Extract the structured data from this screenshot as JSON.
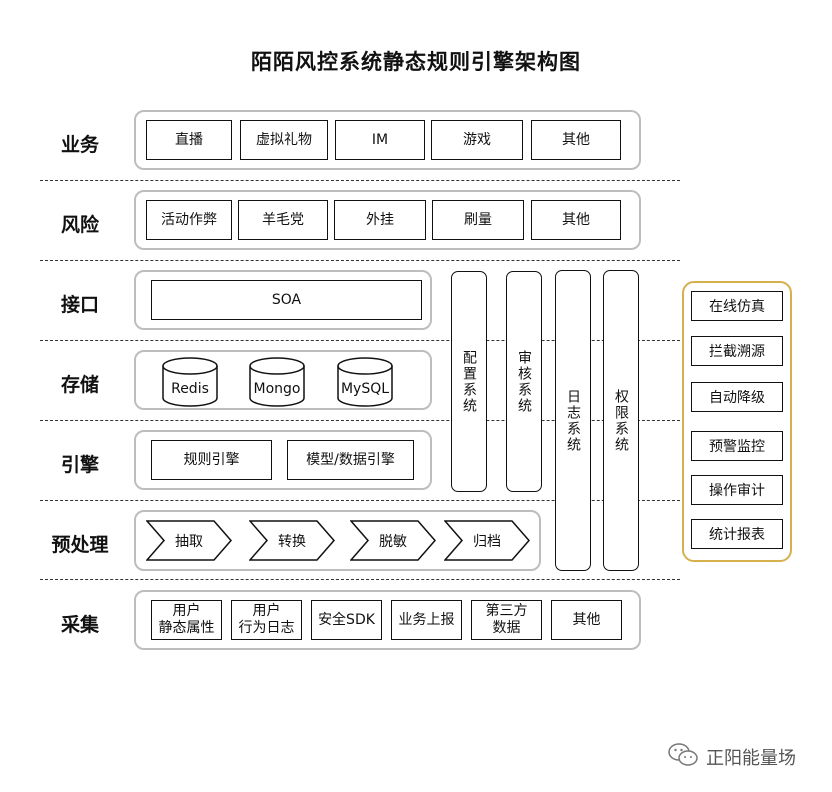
{
  "title": "陌陌风控系统静态规则引擎架构图",
  "layers": {
    "business": "业务",
    "risk": "风险",
    "interface": "接口",
    "storage": "存储",
    "engine": "引擎",
    "preprocess": "预处理",
    "collect": "采集"
  },
  "business": {
    "items": [
      "直播",
      "虚拟礼物",
      "IM",
      "游戏",
      "其他"
    ]
  },
  "risk": {
    "items": [
      "活动作弊",
      "羊毛党",
      "外挂",
      "刷量",
      "其他"
    ]
  },
  "interface": {
    "soa": "SOA"
  },
  "storage": {
    "items": [
      "Redis",
      "Mongo",
      "MySQL"
    ]
  },
  "engine": {
    "items": [
      "规则引擎",
      "模型/数据引擎"
    ]
  },
  "preprocess": {
    "items": [
      "抽取",
      "转换",
      "脱敏",
      "归档"
    ]
  },
  "collect": {
    "items": [
      "用户\n静态属性",
      "用户\n行为日志",
      "安全SDK",
      "业务上报",
      "第三方\n数据",
      "其他"
    ]
  },
  "vertical_systems": [
    "配置系统",
    "审核系统",
    "日志系统",
    "权限系统"
  ],
  "side_panel": {
    "items": [
      "在线仿真",
      "拦截溯源",
      "自动降级",
      "预警监控",
      "操作审计",
      "统计报表"
    ]
  },
  "watermark": {
    "icon": "wechat-icon",
    "text": "正阳能量场"
  }
}
